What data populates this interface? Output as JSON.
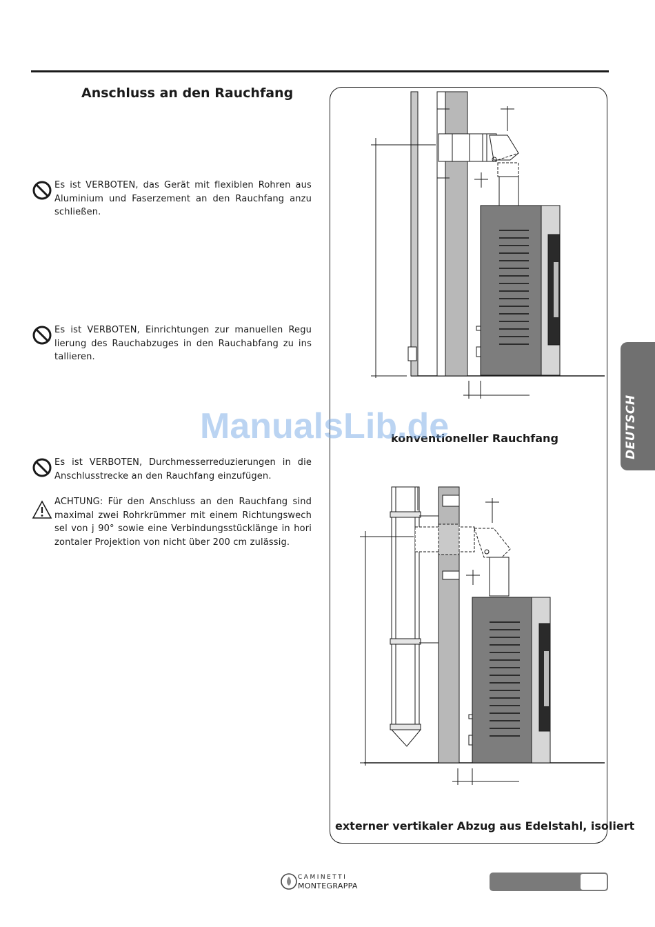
{
  "page": {
    "section_title": "Anschluss an den Rauchfang",
    "language_tab": "DEUTSCH",
    "watermark": "ManualsLib.de"
  },
  "notices": [
    {
      "icon": "prohibited-icon",
      "text": "Es ist VERBOTEN, das Gerät mit flexiblen Rohren aus Aluminium und Faserzement an den Rauchfang anzu schließen."
    },
    {
      "icon": "prohibited-icon",
      "text": "Es ist VERBOTEN, Einrichtungen zur manuellen Regu lierung des Rauchabzuges in den Rauchabfang zu ins tallieren."
    },
    {
      "icon": "prohibited-icon",
      "text": "Es ist VERBOTEN, Durchmesserreduzierungen in die Anschlusstrecke an den Rauchfang einzufügen."
    },
    {
      "icon": "warning-triangle-icon",
      "text": "ACHTUNG: Für den Anschluss an den Rauchfang sind maximal zwei Rohrkrümmer mit einem Richtungswech sel von j 90° sowie eine Verbindungsstücklänge in hori zontaler Projektion von nicht über 200 cm zulässig."
    }
  ],
  "figures": {
    "caption_top": "konventioneller Rauchfang",
    "caption_bottom": "externer vertikaler Abzug aus Edelstahl, isoliert"
  },
  "footer": {
    "brand_line1": "CAMINETTI",
    "brand_line2": "MONTEGRAPPA"
  },
  "colors": {
    "text": "#1a1a1a",
    "tab": "#707070",
    "wall": "#b8b8b8",
    "stove": "#7d7d7d"
  }
}
